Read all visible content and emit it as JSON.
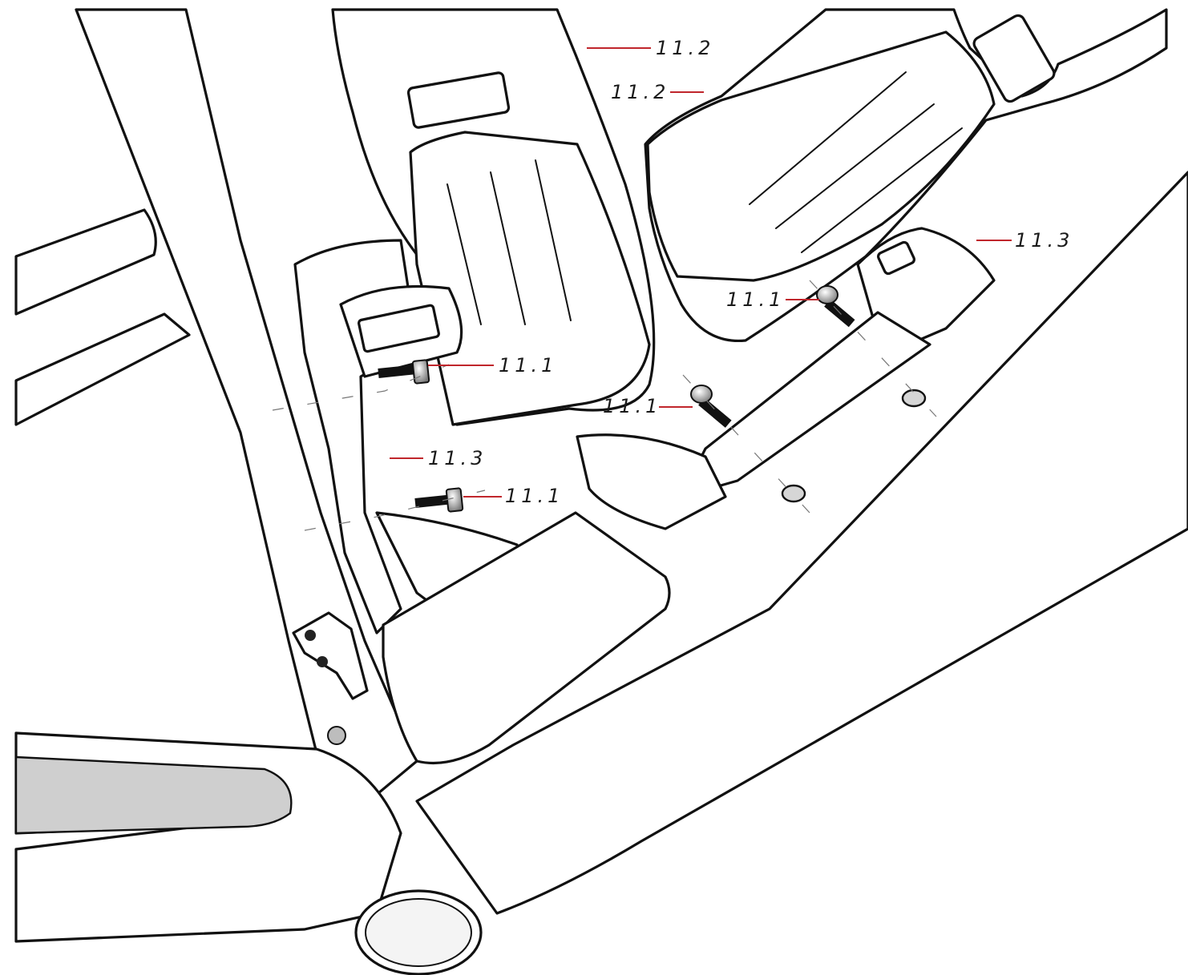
{
  "diagram": {
    "type": "exploded-assembly-illustration",
    "subject": "bicycle frame bottle cage mounts",
    "accent_color": "#c0262c",
    "line_color": "#111111",
    "callouts": [
      {
        "id": "c1",
        "label": "11.2"
      },
      {
        "id": "c2",
        "label": "11.2"
      },
      {
        "id": "c3",
        "label": "11.3"
      },
      {
        "id": "c4",
        "label": "11.1"
      },
      {
        "id": "c5",
        "label": "11.1"
      },
      {
        "id": "c6",
        "label": "11.1"
      },
      {
        "id": "c7",
        "label": "11.3"
      },
      {
        "id": "c8",
        "label": "11.1"
      }
    ]
  }
}
